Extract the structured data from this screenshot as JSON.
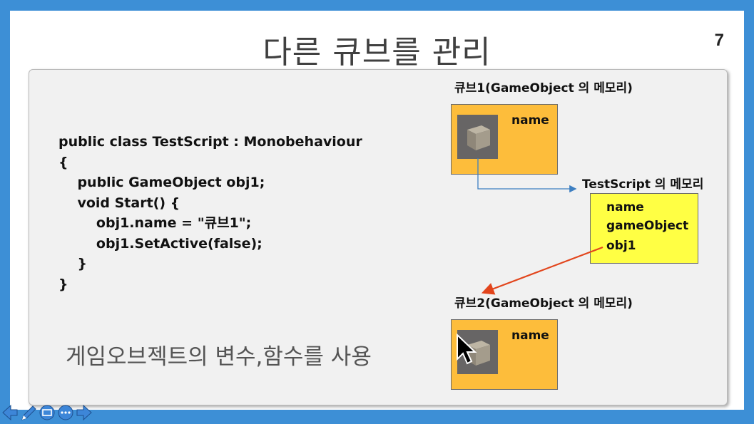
{
  "slide": {
    "title": "다른 큐브를 관리",
    "page_number": "7",
    "code_lines": [
      "public class TestScript : Monobehaviour",
      "{",
      "    public GameObject obj1;",
      "    void Start() {",
      "        obj1.name = \"큐브1\";",
      "        obj1.SetActive(false);",
      "    }",
      "}"
    ],
    "caption": "게임오브젝트의 변수,함수를 사용",
    "diagram": {
      "cube1_label": "큐브1(GameObject 의 메모리)",
      "cube1_field": "name",
      "testscript_label": "TestScript 의 메모리",
      "testscript_fields": [
        "name",
        "gameObject",
        "obj1"
      ],
      "cube2_label": "큐브2(GameObject 의 메모리)",
      "cube2_field": "name"
    }
  },
  "colors": {
    "frame": "#3d8fd6",
    "orange_box": "#fdbd3b",
    "yellow_box": "#ffff44",
    "blue_arrow": "#3d7fc1",
    "red_arrow": "#e2451c"
  },
  "toolbar": {
    "icons": [
      "arrow-left-icon",
      "pen-icon",
      "slide-menu-icon",
      "more-options-icon",
      "arrow-right-icon"
    ]
  }
}
